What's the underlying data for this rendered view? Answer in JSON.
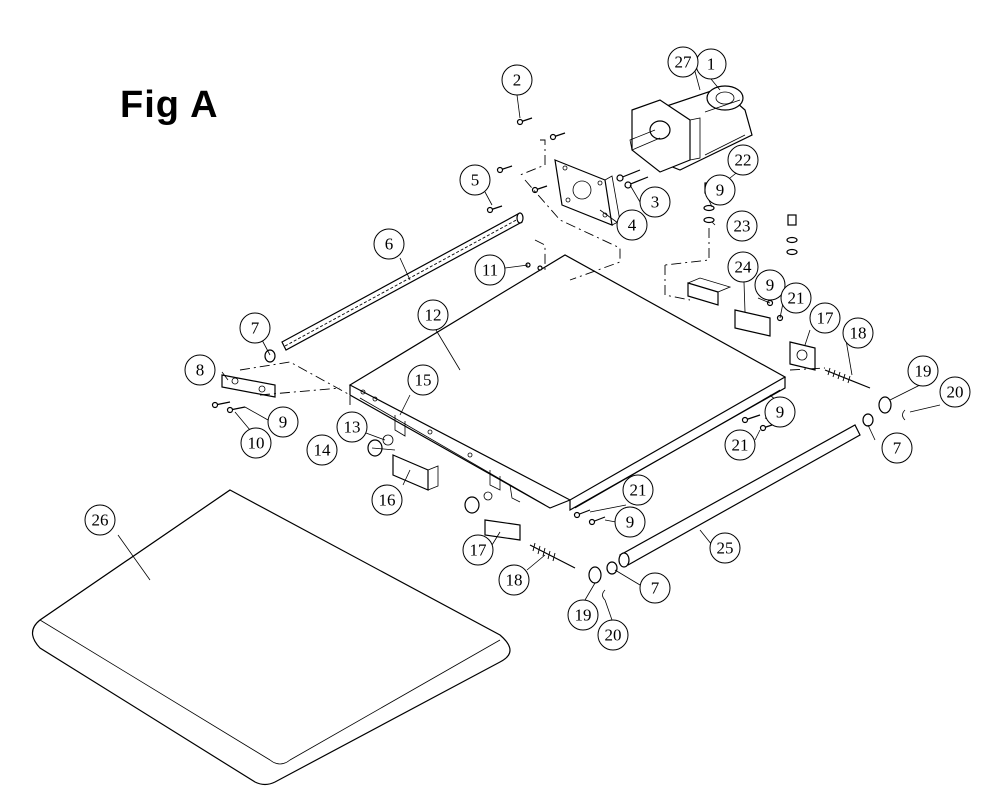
{
  "figure": {
    "title": "Fig A"
  },
  "callouts": [
    {
      "id": "c1",
      "label": "1"
    },
    {
      "id": "c27",
      "label": "27"
    },
    {
      "id": "c2",
      "label": "2"
    },
    {
      "id": "c3",
      "label": "3"
    },
    {
      "id": "c4",
      "label": "4"
    },
    {
      "id": "c5",
      "label": "5"
    },
    {
      "id": "c22",
      "label": "22"
    },
    {
      "id": "c9a",
      "label": "9"
    },
    {
      "id": "c23",
      "label": "23"
    },
    {
      "id": "c6",
      "label": "6"
    },
    {
      "id": "c11",
      "label": "11"
    },
    {
      "id": "c24",
      "label": "24"
    },
    {
      "id": "c9b",
      "label": "9"
    },
    {
      "id": "c21a",
      "label": "21"
    },
    {
      "id": "c17a",
      "label": "17"
    },
    {
      "id": "c18a",
      "label": "18"
    },
    {
      "id": "c7a",
      "label": "7"
    },
    {
      "id": "c12",
      "label": "12"
    },
    {
      "id": "c8",
      "label": "8"
    },
    {
      "id": "c15",
      "label": "15"
    },
    {
      "id": "c19a",
      "label": "19"
    },
    {
      "id": "c20a",
      "label": "20"
    },
    {
      "id": "c9c",
      "label": "9"
    },
    {
      "id": "c10",
      "label": "10"
    },
    {
      "id": "c13",
      "label": "13"
    },
    {
      "id": "c14",
      "label": "14"
    },
    {
      "id": "c9d",
      "label": "9"
    },
    {
      "id": "c21b",
      "label": "21"
    },
    {
      "id": "c7b",
      "label": "7"
    },
    {
      "id": "c16",
      "label": "16"
    },
    {
      "id": "c26",
      "label": "26"
    },
    {
      "id": "c21c",
      "label": "21"
    },
    {
      "id": "c9e",
      "label": "9"
    },
    {
      "id": "c25",
      "label": "25"
    },
    {
      "id": "c17b",
      "label": "17"
    },
    {
      "id": "c18b",
      "label": "18"
    },
    {
      "id": "c7c",
      "label": "7"
    },
    {
      "id": "c19b",
      "label": "19"
    },
    {
      "id": "c20b",
      "label": "20"
    }
  ]
}
